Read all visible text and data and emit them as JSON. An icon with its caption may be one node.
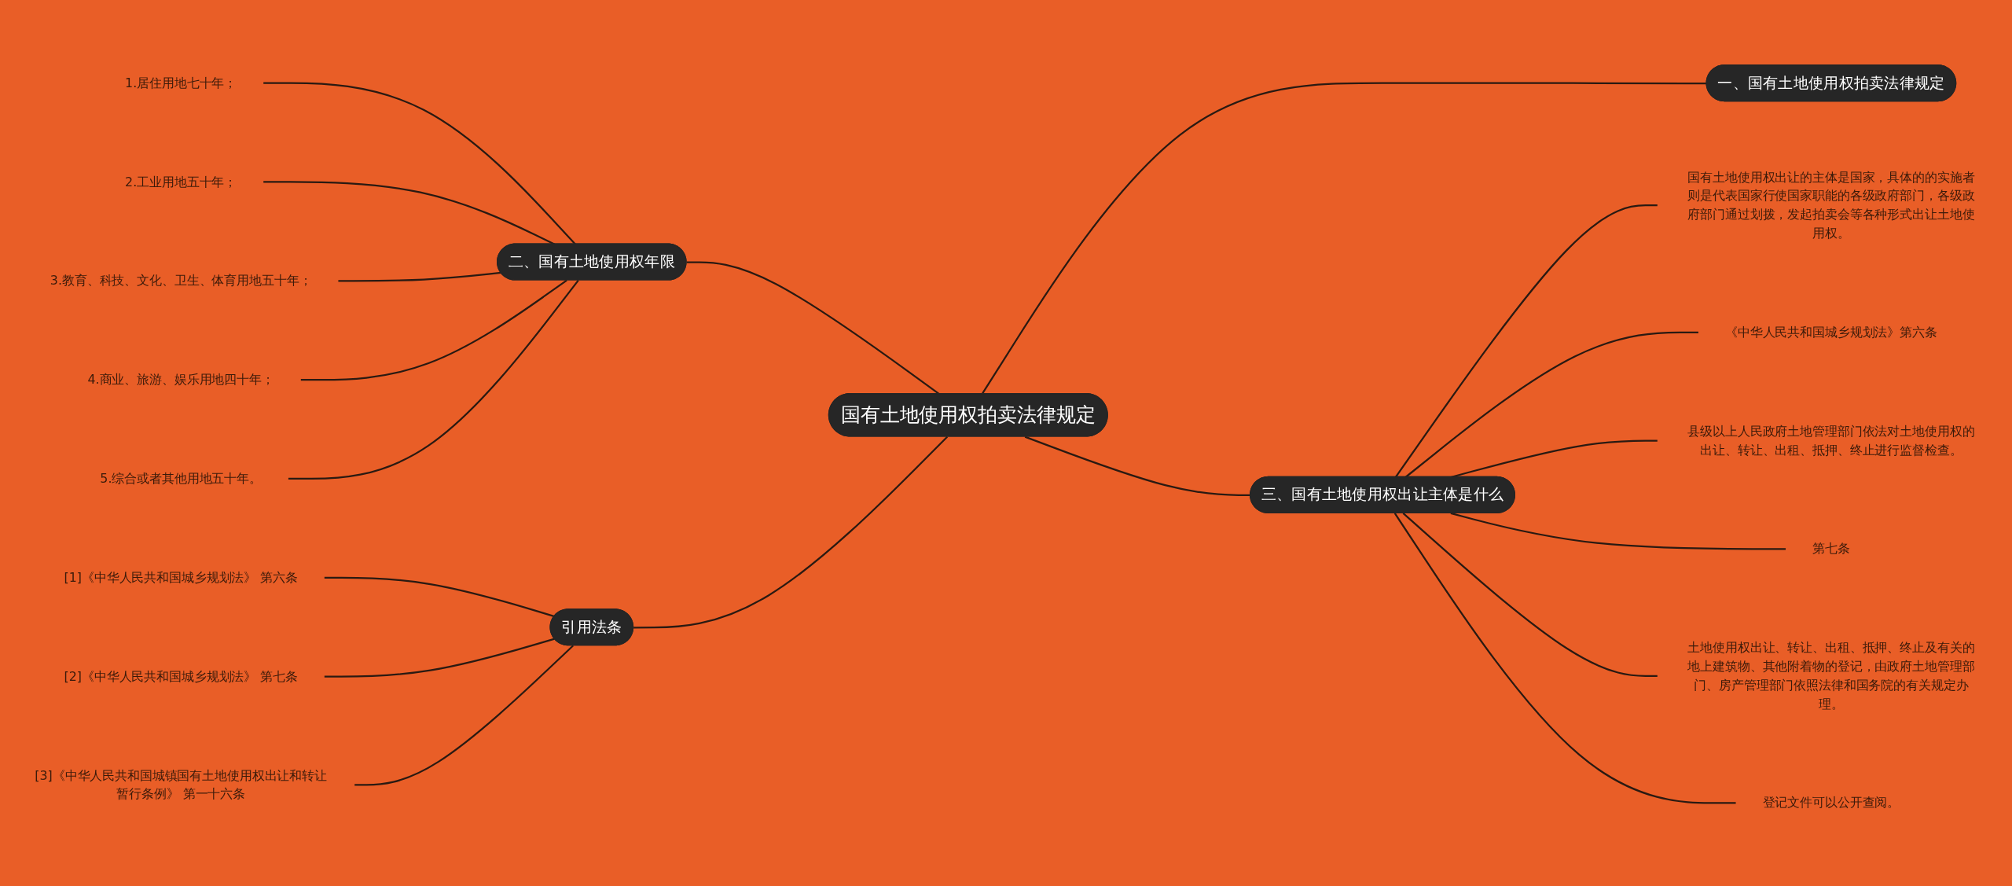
{
  "diagram": {
    "nodes": [
      {
        "text": [
          "国有土地使用权拍卖法律规定"
        ]
      },
      {
        "text": [
          "一、国有土地使用权拍卖法律规定"
        ]
      },
      {
        "text": [
          "二、国有土地使用权年限"
        ]
      },
      {
        "text": [
          "1.居住用地七十年；"
        ]
      },
      {
        "text": [
          "2.工业用地五十年；"
        ]
      },
      {
        "text": [
          "3.教育、科技、文化、卫生、体育用地五十年；"
        ]
      },
      {
        "text": [
          "4.商业、旅游、娱乐用地四十年；"
        ]
      },
      {
        "text": [
          "5.综合或者其他用地五十年。"
        ]
      },
      {
        "text": [
          "引用法条"
        ]
      },
      {
        "text": [
          "[1]《中华人民共和国城乡规划法》 第六条"
        ]
      },
      {
        "text": [
          "[2]《中华人民共和国城乡规划法》 第七条"
        ]
      },
      {
        "text": [
          "[3]《中华人民共和国城镇国有土地使用权出让和转让暂行条例》 第一十六条"
        ]
      },
      {
        "text": [
          "三、国有土地使用权出让主体是什么"
        ]
      },
      {
        "text": [
          "国有土地使用权出让的主体是国家，具体的的实施者则是代表国家行使国家职能的各级政府部门，各级政府部门通过划拨，发起拍卖会等各种形式出让土地使用权。"
        ]
      },
      {
        "text": [
          "《中华人民共和国城乡规划法》第六条"
        ]
      },
      {
        "text": [
          "县级以上人民政府土地管理部门依法对土地使用权的出让、转让、出租、抵押、终止进行监督检查。"
        ]
      },
      {
        "text": [
          "第七条"
        ]
      },
      {
        "text": [
          "土地使用权出让、转让、出租、抵押、终止及有关的地上建筑物、其他附着物的登记，由政府土地管理部门、房产管理部门依照法律和国务院的有关规定办理。"
        ]
      },
      {
        "text": [
          "登记文件可以公开查阅。"
        ]
      }
    ],
    "edges": [
      {
        "from": 0,
        "to": 1,
        "arrow": "none"
      },
      {
        "from": 0,
        "to": 2,
        "arrow": "none"
      },
      {
        "from": 2,
        "to": 3,
        "arrow": "none"
      },
      {
        "from": 2,
        "to": 4,
        "arrow": "none"
      },
      {
        "from": 2,
        "to": 5,
        "arrow": "none"
      },
      {
        "from": 2,
        "to": 6,
        "arrow": "none"
      },
      {
        "from": 2,
        "to": 7,
        "arrow": "none"
      },
      {
        "from": 0,
        "to": 8,
        "arrow": "none"
      },
      {
        "from": 8,
        "to": 9,
        "arrow": "none"
      },
      {
        "from": 8,
        "to": 10,
        "arrow": "none"
      },
      {
        "from": 8,
        "to": 11,
        "arrow": "none"
      },
      {
        "from": 0,
        "to": 12,
        "arrow": "none"
      },
      {
        "from": 12,
        "to": 13,
        "arrow": "none"
      },
      {
        "from": 12,
        "to": 14,
        "arrow": "none"
      },
      {
        "from": 12,
        "to": 15,
        "arrow": "none"
      },
      {
        "from": 12,
        "to": 16,
        "arrow": "none"
      },
      {
        "from": 12,
        "to": 17,
        "arrow": "none"
      },
      {
        "from": 12,
        "to": 18,
        "arrow": "none"
      }
    ]
  }
}
